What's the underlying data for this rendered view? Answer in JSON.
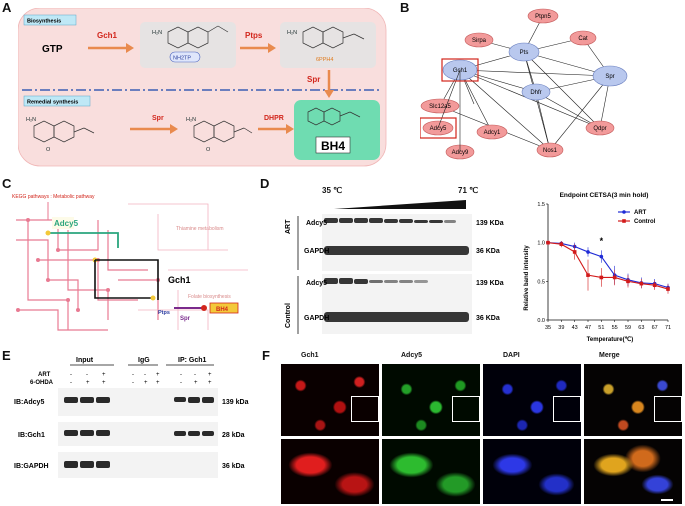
{
  "panels": {
    "A": "A",
    "B": "B",
    "C": "C",
    "D": "D",
    "E": "E",
    "F": "F"
  },
  "panelA": {
    "biosynthesis": "Biosynthesis",
    "remedial": "Remedial synthesis",
    "gtp": "GTP",
    "gch1": "Gch1",
    "ptps": "Ptps",
    "spr_down": "Spr",
    "spr": "Spr",
    "dhpr": "DHPR",
    "nh2tp": "NH2TP",
    "ppph4": "6PPH4",
    "bh4": "BH4",
    "colors": {
      "enzyme": "#d2261c",
      "arrow": "#e98a4e",
      "bh4box": "#6fdcb1",
      "bg": "#f9dedd"
    }
  },
  "panelB": {
    "nodes": [
      "Ptpn5",
      "Sirpa",
      "Cat",
      "Pts",
      "Gch1",
      "Spr",
      "Dhfr",
      "Slc12a5",
      "Adcy5",
      "Adcy1",
      "Qdpr",
      "Adcy9",
      "Nos1"
    ]
  },
  "panelC": {
    "kegg": "KEGG pathways : Metabolic pathway",
    "thiamine": "Thiamine metabolism",
    "folate": "Folate biosynthesis",
    "adcy5": "Adcy5",
    "gch1": "Gch1",
    "ptps": "Ptps",
    "spr": "Spr",
    "bh4": "BH4"
  },
  "panelD": {
    "temp_low": "35 ℃",
    "temp_high": "71 ℃",
    "art": "ART",
    "control": "Control",
    "adcy5": "Adcy5",
    "gapdh": "GAPDH",
    "kda139": "139 KDa",
    "kda36": "36 KDa",
    "chart_title": "Endpoint CETSA(3 min hold)"
  },
  "chart_data": {
    "type": "line",
    "title": "Endpoint CETSA(3 min hold)",
    "xlabel": "Temperature(℃)",
    "ylabel": "Relative band intensity",
    "x": [
      35,
      39,
      43,
      47,
      51,
      55,
      59,
      63,
      67,
      71
    ],
    "ylim": [
      0.0,
      1.5
    ],
    "yticks": [
      "0.0",
      "0.5",
      "1.0",
      "1.5"
    ],
    "series": [
      {
        "name": "ART",
        "color": "#1f2bd6",
        "values": [
          1.0,
          0.99,
          0.95,
          0.88,
          0.82,
          0.58,
          0.52,
          0.48,
          0.47,
          0.42
        ],
        "err": [
          0.03,
          0.03,
          0.05,
          0.06,
          0.08,
          0.12,
          0.08,
          0.07,
          0.06,
          0.05
        ]
      },
      {
        "name": "Control",
        "color": "#d21a1a",
        "values": [
          1.0,
          0.98,
          0.88,
          0.58,
          0.55,
          0.55,
          0.5,
          0.47,
          0.45,
          0.4
        ],
        "err": [
          0.03,
          0.04,
          0.1,
          0.2,
          0.12,
          0.1,
          0.08,
          0.06,
          0.06,
          0.06
        ]
      }
    ],
    "annotation": "*",
    "legend": "top-right"
  },
  "panelE": {
    "input": "Input",
    "igg": "IgG",
    "ip": "IP: Gch1",
    "art": "ART",
    "ohda": "6-OHDA",
    "art_signs": [
      "-",
      "-",
      "+",
      "-",
      "-",
      "+",
      "-",
      "-",
      "+"
    ],
    "ohda_signs": [
      "-",
      "+",
      "+",
      "-",
      "+",
      "+",
      "-",
      "+",
      "+"
    ],
    "rows": [
      "IB:Adcy5",
      "IB:Gch1",
      "IB:GAPDH"
    ],
    "kdas": [
      "139 kDa",
      "28 kDa",
      "36 kDa"
    ]
  },
  "panelF": {
    "cols": [
      "Gch1",
      "Adcy5",
      "DAPI",
      "Merge"
    ]
  }
}
